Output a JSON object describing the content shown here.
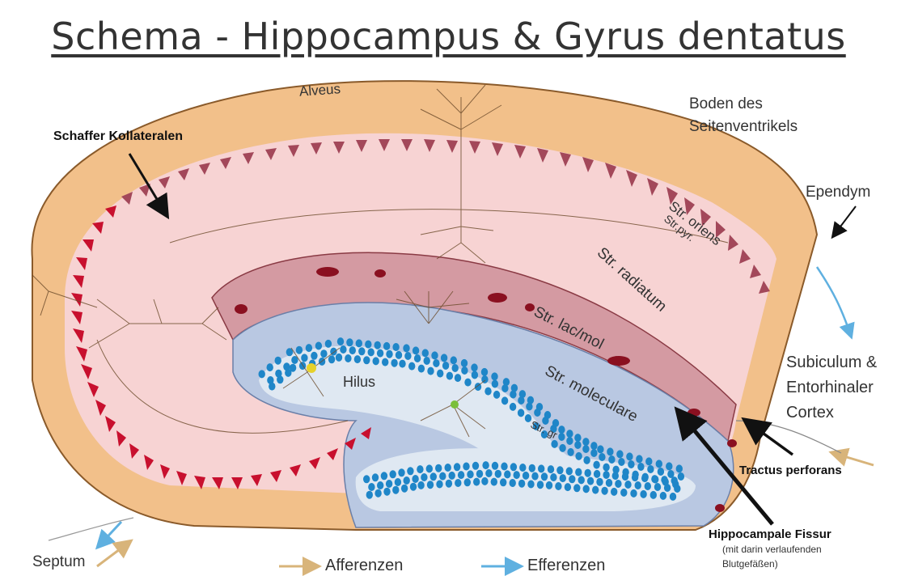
{
  "title": "Schema - Hippocampus & Gyrus dentatus",
  "labels": {
    "alveus": "Alveus",
    "boden_line1": "Boden des",
    "boden_line2": "Seitenventrikels",
    "schaffer": "Schaffer Kollateralen",
    "ependym": "Ependym",
    "str_oriens": "Str. oriens",
    "str_pyr": "Str.pyr.",
    "str_radiatum": "Str. radiatum",
    "str_lacmol": "Str. lac/mol",
    "hilus": "Hilus",
    "str_molecular": "Str. moleculare",
    "str_gr": "Str. gr",
    "subiculum_line1": "Subiculum &",
    "subiculum_line2": "Entorhinaler",
    "subiculum_line3": "Cortex",
    "tractus": "Tractus perforans",
    "fissur": "Hippocampale Fissur",
    "fissur_sub1": "(mit darin verlaufenden",
    "fissur_sub2": "Blutgefäßen)",
    "septum": "Septum"
  },
  "legend": {
    "afferenzen": "Afferenzen",
    "efferenzen": "Efferenzen"
  },
  "colors": {
    "alveus_outer": "#f2c08a",
    "pink_region": "#f7d3d3",
    "pyramidal_red": "#c8102e",
    "pyramidal_mauve": "#a3485a",
    "dentate_blue": "#b9c8e2",
    "granule_blue": "#1f86c8",
    "afferent_arrow": "#d8b47a",
    "efferent_arrow": "#5fb0e0"
  }
}
